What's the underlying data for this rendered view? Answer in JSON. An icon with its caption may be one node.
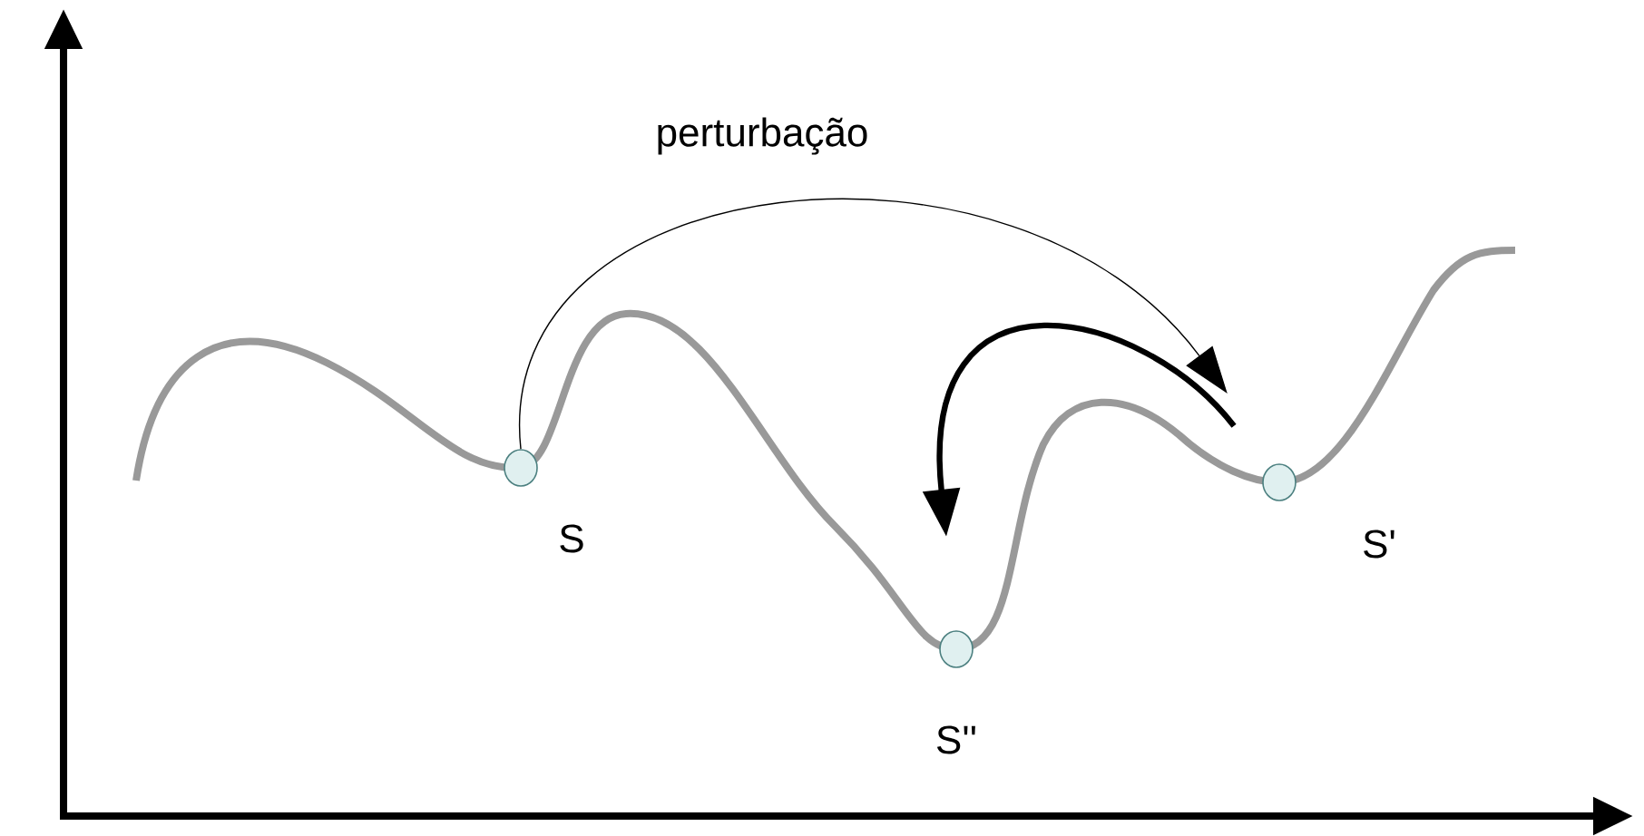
{
  "diagram": {
    "nodes": [
      {
        "text": [],
        "shape": "circle",
        "beside": [
          "S"
        ]
      },
      {
        "text": [],
        "shape": "circle",
        "beside": [
          "S'"
        ]
      },
      {
        "text": [],
        "shape": "circle",
        "beside": [
          "S''"
        ]
      }
    ],
    "edges": [
      {
        "from": 0,
        "to": 1,
        "arrow": "to",
        "label": "perturbação"
      },
      {
        "from": 1,
        "to": 2,
        "arrow": "to",
        "style": "thick"
      }
    ]
  }
}
